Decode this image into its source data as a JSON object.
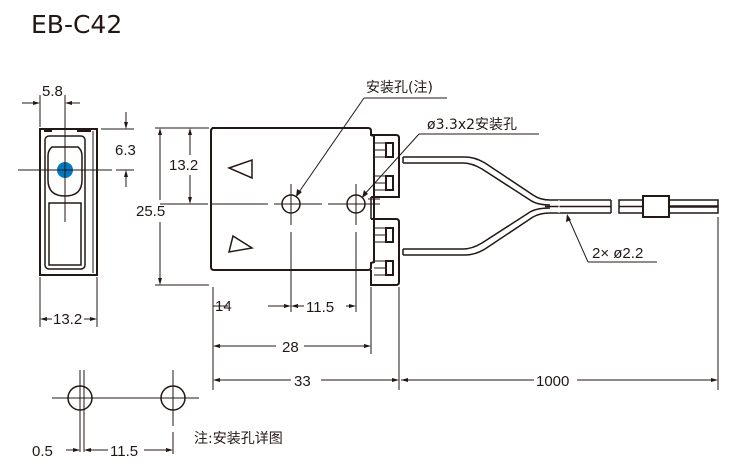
{
  "title": "EB-C42",
  "colors": {
    "line": "#231815",
    "emitter_dot": "#0079c2",
    "background": "#ffffff"
  },
  "front_view": {
    "dim_width_top": "5.8",
    "dim_height_right": "6.3",
    "dim_width_bottom": "13.2"
  },
  "side_view": {
    "dim_height_total": "25.5",
    "dim_height_upper": "13.2",
    "dim_offset": "14",
    "dim_hole_pitch": "11.5",
    "dim_body_length": "28",
    "dim_total_length": "33",
    "dim_cable_length": "1000",
    "label_mount_hole_note": "安装孔(注)",
    "label_mount_holes": "ø3.3x2安装孔",
    "label_cable": "2×  ø2.2"
  },
  "detail_view": {
    "dim_offset": "0.5",
    "dim_pitch": "11.5",
    "caption": "注:安装孔详图"
  }
}
